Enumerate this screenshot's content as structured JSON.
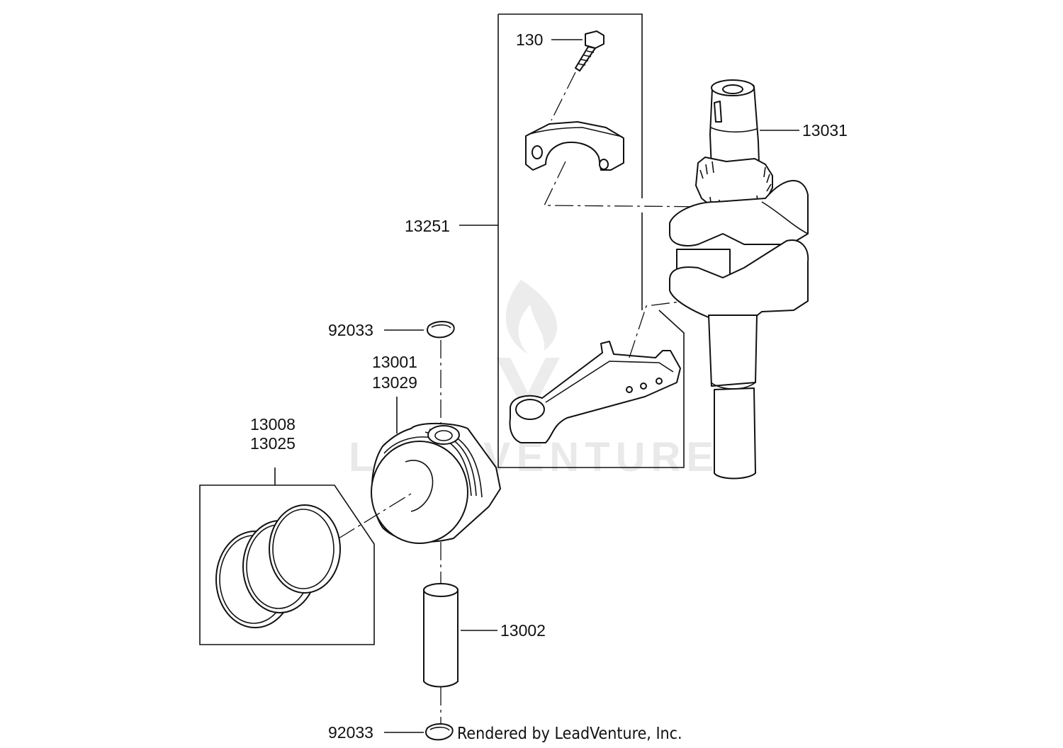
{
  "callouts": {
    "c130": "130",
    "c13031": "13031",
    "c13251": "13251",
    "c92033_top": "92033",
    "c13001": "13001",
    "c13029": "13029",
    "c13008": "13008",
    "c13025": "13025",
    "c13002": "13002",
    "c92033_bottom": "92033"
  },
  "credit": "Rendered by LeadVenture, Inc.",
  "watermark": "LEADVENTURE"
}
